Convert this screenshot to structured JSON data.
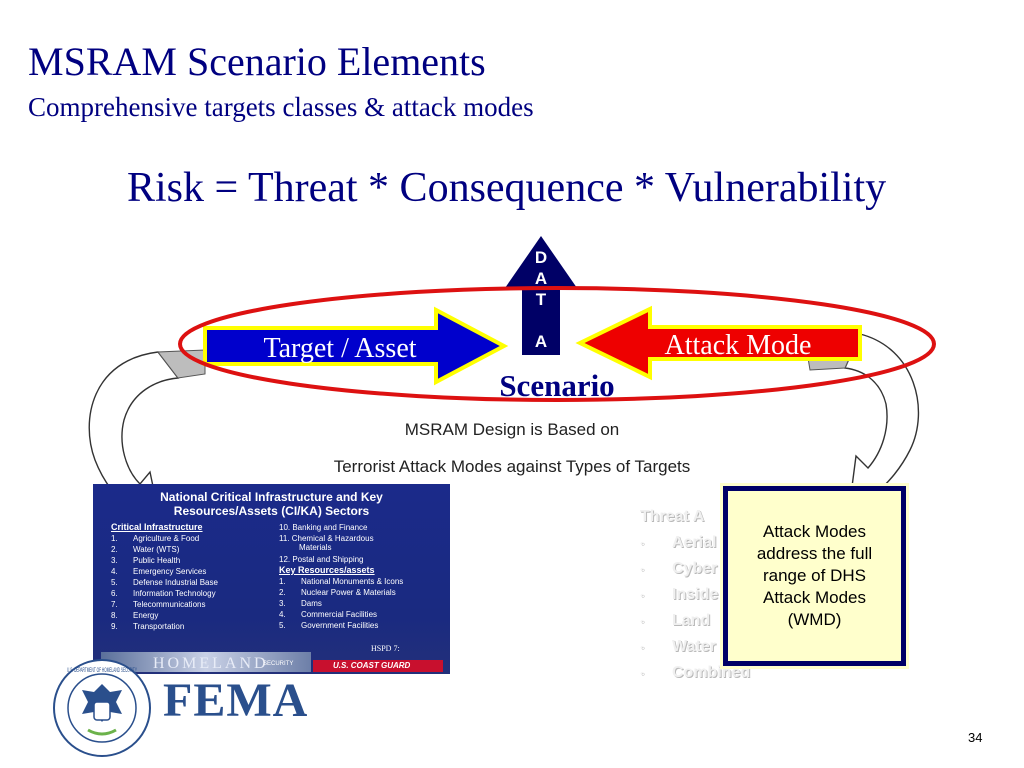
{
  "slide": {
    "title": "MSRAM Scenario Elements",
    "subtitle": "Comprehensive targets classes & attack modes",
    "equation": "Risk = Threat * Consequence * Vulnerability",
    "page_number": "34"
  },
  "diagram": {
    "target_label": "Target / Asset",
    "attack_label": "Attack Mode",
    "data_letters": [
      "D",
      "A",
      "T",
      "A"
    ],
    "scenario_label": "Scenario",
    "colors": {
      "target_arrow": "#0000cc",
      "attack_arrow": "#ee0000",
      "arrow_border": "#ffff00",
      "ellipse": "#dd1111",
      "data_arrow": "#000066"
    }
  },
  "captions": {
    "line1": "MSRAM Design is Based on",
    "line2": "Terrorist Attack Modes against Types of Targets"
  },
  "sectors": {
    "title_line1": "National Critical Infrastructure and Key",
    "title_line2": "Resources/Assets (CI/KA) Sectors",
    "critical_header": "Critical Infrastructure",
    "critical_items": [
      {
        "num": "1.",
        "label": "Agriculture & Food"
      },
      {
        "num": "2.",
        "label": "Water (WTS)"
      },
      {
        "num": "3.",
        "label": "Public Health"
      },
      {
        "num": "4.",
        "label": "Emergency Services"
      },
      {
        "num": "5.",
        "label": "Defense Industrial Base"
      },
      {
        "num": "6.",
        "label": "Information Technology"
      },
      {
        "num": "7.",
        "label": "Telecommunications"
      },
      {
        "num": "8.",
        "label": "Energy"
      },
      {
        "num": "9.",
        "label": "Transportation"
      }
    ],
    "more_items": [
      {
        "label": "10.  Banking and Finance"
      },
      {
        "label": "11. Chemical & Hazardous"
      },
      {
        "label": "Materials"
      },
      {
        "label": "12. Postal and Shipping"
      }
    ],
    "key_header": "Key Resources/assets",
    "key_items": [
      {
        "num": "1.",
        "label": "National Monuments & Icons"
      },
      {
        "num": "2.",
        "label": "Nuclear Power & Materials"
      },
      {
        "num": "3.",
        "label": "Dams"
      },
      {
        "num": "4.",
        "label": "Commercial Facilities"
      },
      {
        "num": "5.",
        "label": "Government Facilities"
      }
    ],
    "hspd": "HSPD 7:",
    "homeland_word": "HOMELAND",
    "security_word": "SECURITY",
    "coast_guard": "U.S. COAST GUARD"
  },
  "threat": {
    "title": "Threat A",
    "items": [
      "Aerial",
      "Cyber",
      "Inside",
      "Land",
      "Water",
      "Combined"
    ],
    "bullet": "◦"
  },
  "attack_box": {
    "lines": [
      "Attack Modes",
      "address the full",
      "range of DHS",
      "Attack Modes",
      "(WMD)"
    ]
  },
  "logos": {
    "fema": "FEMA",
    "seal_text": "U.S. DEPARTMENT OF HOMELAND SECURITY"
  }
}
